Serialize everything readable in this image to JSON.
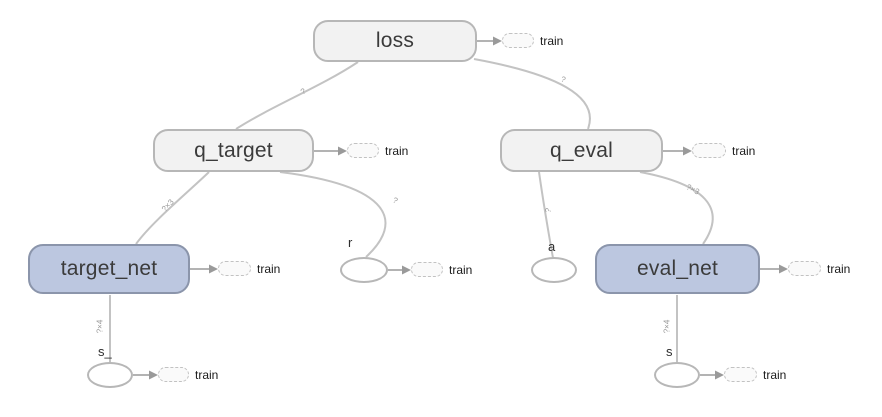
{
  "graph": {
    "annotation_label": "train",
    "colors": {
      "namespace_fill": "#f2f2f2",
      "namespace_border": "#b7b7b7",
      "highlight_fill": "#bcc7e0",
      "highlight_border": "#8b95ab",
      "edge": "#c3c3c3",
      "shape_label": "#9a9a9a"
    },
    "nodes": [
      {
        "id": "loss",
        "label": "loss",
        "kind": "namespace",
        "style": "gray"
      },
      {
        "id": "q_target",
        "label": "q_target",
        "kind": "namespace",
        "style": "gray"
      },
      {
        "id": "q_eval",
        "label": "q_eval",
        "kind": "namespace",
        "style": "gray"
      },
      {
        "id": "target_net",
        "label": "target_net",
        "kind": "namespace",
        "style": "blue"
      },
      {
        "id": "eval_net",
        "label": "eval_net",
        "kind": "namespace",
        "style": "blue"
      },
      {
        "id": "r",
        "label": "r",
        "kind": "op"
      },
      {
        "id": "a",
        "label": "a",
        "kind": "op"
      },
      {
        "id": "s_",
        "label": "s_",
        "kind": "op"
      },
      {
        "id": "s",
        "label": "s",
        "kind": "op"
      }
    ],
    "edges": [
      {
        "from": "q_target",
        "to": "loss",
        "shape": "?"
      },
      {
        "from": "q_eval",
        "to": "loss",
        "shape": "?"
      },
      {
        "from": "target_net",
        "to": "q_target",
        "shape": "?×3"
      },
      {
        "from": "r",
        "to": "q_target",
        "shape": "?"
      },
      {
        "from": "a",
        "to": "q_eval",
        "shape": "?"
      },
      {
        "from": "eval_net",
        "to": "q_eval",
        "shape": "?×3"
      },
      {
        "from": "s_",
        "to": "target_net",
        "shape": "?×4"
      },
      {
        "from": "s",
        "to": "eval_net",
        "shape": "?×4"
      }
    ]
  }
}
